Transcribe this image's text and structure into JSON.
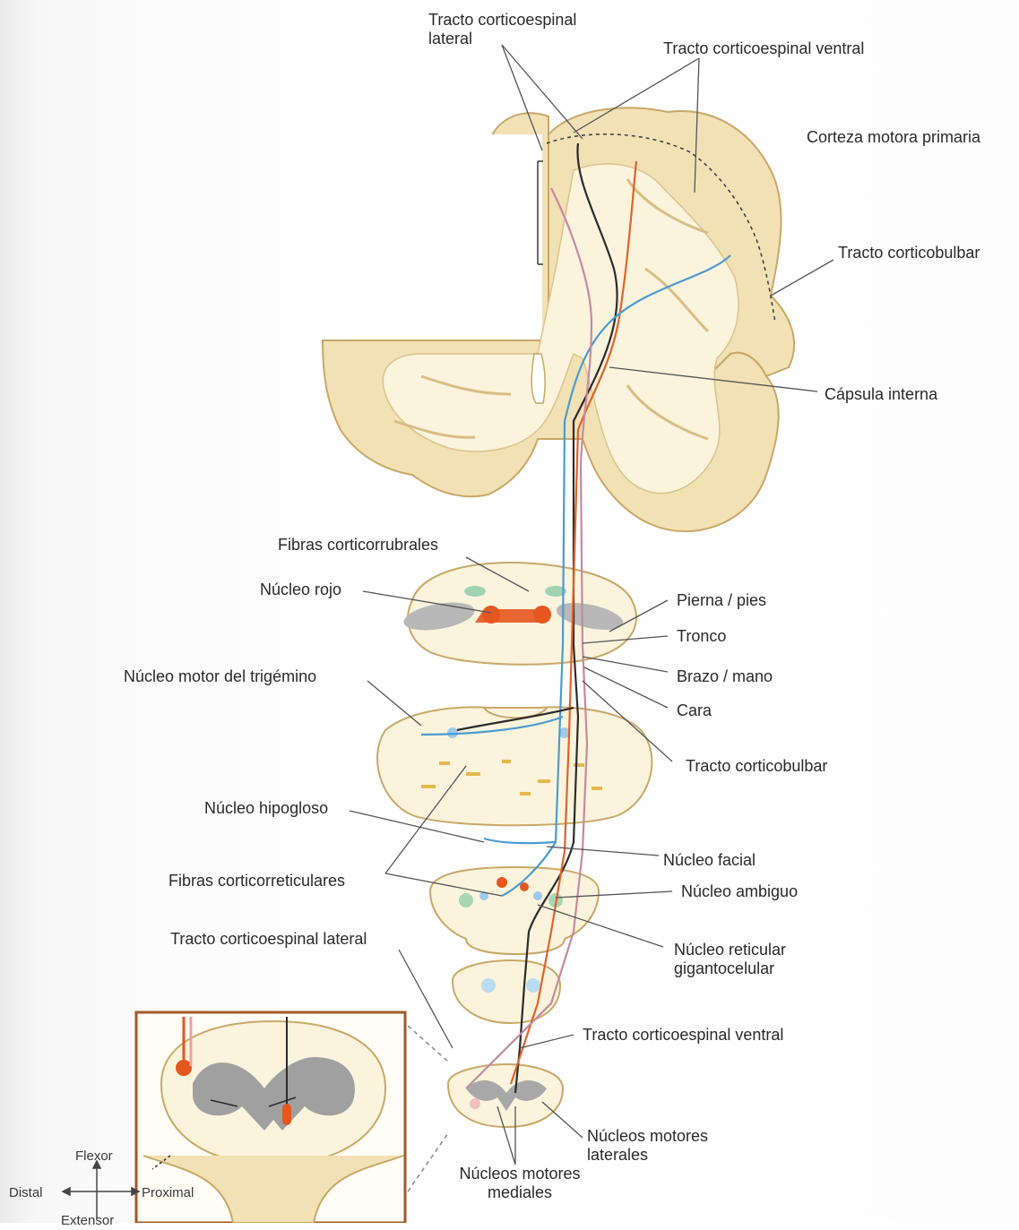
{
  "labels": {
    "tracto_corticoespinal_lateral_top": "Tracto corticoespinal lateral",
    "tracto_corticoespinal_ventral_top": "Tracto corticoespinal ventral",
    "corteza_motora_primaria": "Corteza motora primaria",
    "tracto_corticobulbar_top": "Tracto corticobulbar",
    "capsula_interna": "Cápsula interna",
    "fibras_corticorrubrales": "Fibras corticorrubrales",
    "nucleo_rojo": "Núcleo rojo",
    "pierna_pies": "Pierna / pies",
    "tronco": "Tronco",
    "brazo_mano": "Brazo / mano",
    "cara": "Cara",
    "nucleo_motor_trigemino": "Núcleo motor del trigémino",
    "tracto_corticobulbar_mid": "Tracto corticobulbar",
    "nucleo_hipogloso": "Núcleo hipogloso",
    "nucleo_facial": "Núcleo facial",
    "fibras_corticorreticulares": "Fibras corticorreticulares",
    "nucleo_ambiguo": "Núcleo ambiguo",
    "tracto_corticoespinal_lateral_low": "Tracto corticoespinal lateral",
    "nucleo_reticular_gigantocelular": "Núcleo reticular gigantocelular",
    "tracto_corticoespinal_ventral_low": "Tracto corticoespinal ventral",
    "nucleos_motores_laterales": "Núcleos motores laterales",
    "nucleos_motores_mediales": "Núcleos motores mediales"
  },
  "compass": {
    "flexor": "Flexor",
    "distal": "Distal",
    "proximal": "Proximal",
    "extensor": "Extensor"
  },
  "colors": {
    "tissue": "#f2e1b4",
    "tissue_edge": "#c8a868",
    "white_matter": "#fbf3dc",
    "gray_matter": "#8a8a8a",
    "tract_black": "#2b2b2b",
    "tract_orange": "#e0622b",
    "tract_blue": "#4b9bd1",
    "tract_pink": "#c58aa0",
    "red_nucleus": "#e4571f",
    "frame": "#a2592a"
  }
}
